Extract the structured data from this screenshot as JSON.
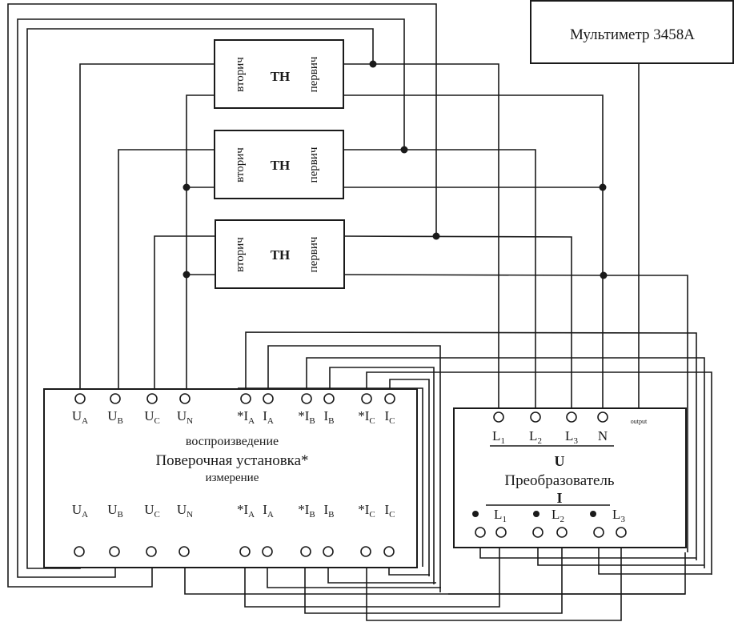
{
  "multimeter": {
    "label": "Мультиметр 3458А"
  },
  "transformers": [
    {
      "title": "ТН",
      "secondary": "вторич",
      "primary": "первич"
    },
    {
      "title": "ТН",
      "secondary": "вторич",
      "primary": "первич"
    },
    {
      "title": "ТН",
      "secondary": "вторич",
      "primary": "первич"
    }
  ],
  "calibrator": {
    "top_caption": "воспроизведение",
    "title": "Поверочная установка*",
    "bottom_caption": "измерение",
    "terminals": [
      {
        "main": "U",
        "sub": "A",
        "prefix": ""
      },
      {
        "main": "U",
        "sub": "B",
        "prefix": ""
      },
      {
        "main": "U",
        "sub": "C",
        "prefix": ""
      },
      {
        "main": "U",
        "sub": "N",
        "prefix": ""
      },
      {
        "main": "I",
        "sub": "A",
        "prefix": "*"
      },
      {
        "main": "I",
        "sub": "A",
        "prefix": ""
      },
      {
        "main": "I",
        "sub": "B",
        "prefix": "*"
      },
      {
        "main": "I",
        "sub": "B",
        "prefix": ""
      },
      {
        "main": "I",
        "sub": "C",
        "prefix": "*"
      },
      {
        "main": "I",
        "sub": "C",
        "prefix": ""
      }
    ]
  },
  "converter": {
    "title": "Преобразователь",
    "voltage_group": "U",
    "current_group": "I",
    "output_label": "output",
    "voltage_terminals": [
      {
        "main": "L",
        "sub": "1"
      },
      {
        "main": "L",
        "sub": "2"
      },
      {
        "main": "L",
        "sub": "3"
      },
      {
        "main": "N",
        "sub": ""
      }
    ],
    "current_terminals": [
      {
        "main": "L",
        "sub": "1"
      },
      {
        "main": "L",
        "sub": "2"
      },
      {
        "main": "L",
        "sub": "3"
      }
    ]
  }
}
